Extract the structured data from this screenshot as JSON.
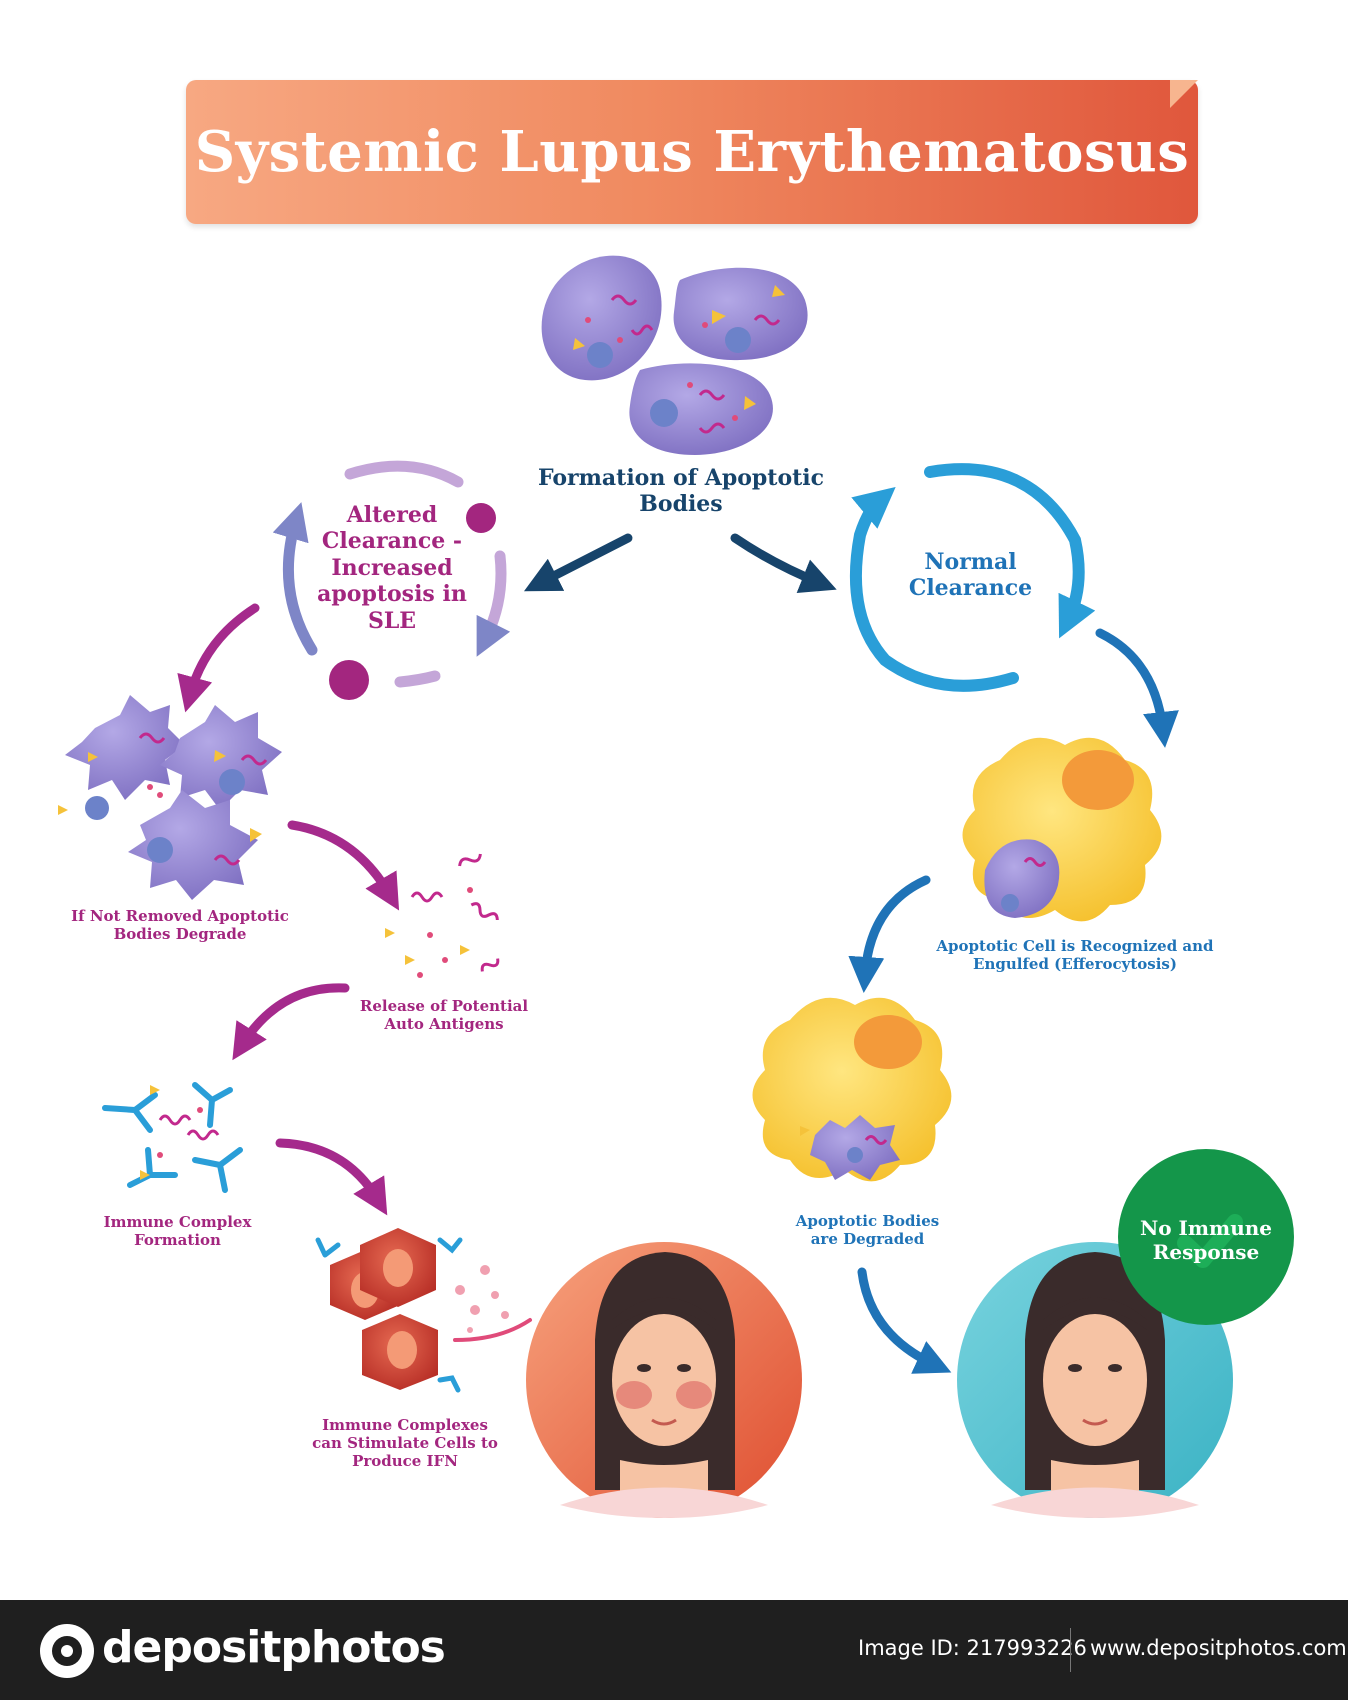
{
  "title": "Systemic Lupus Erythematosus",
  "colors": {
    "title_start": "#f7a882",
    "title_end": "#e0573c",
    "sle_text": "#a3267f",
    "sle_arrow": "#a52a8c",
    "normal_text": "#1f73b7",
    "normal_arrow": "#2a9ed8",
    "dark_text": "#17446b",
    "no_response_bg": "#14964a",
    "apoptotic_cell": "#8b7fc9",
    "macrophage": "#f6c93c"
  },
  "labels": {
    "formation": "Formation of Apoptotic Bodies",
    "altered": "Altered Clearance - Increased apoptosis in SLE",
    "normal": "Normal Clearance",
    "degrade": "If Not Removed Apoptotic Bodies Degrade",
    "release": "Release of Potential Auto Antigens",
    "immune_complex": "Immune Complex Formation",
    "stimulate": "Immune Complexes can Stimulate Cells to Produce IFN",
    "engulfed": "Apoptotic Cell is Recognized and Engulfed (Efferocytosis)",
    "degraded": "Apoptotic Bodies are Degraded",
    "no_response": "No Immune Response"
  },
  "footer": {
    "brand": "depositphotos",
    "image_id": "Image ID: 217993226",
    "url": "www.depositphotos.com"
  },
  "icons": [
    "apoptotic-cell-icon",
    "macrophage-icon",
    "antibody-icon",
    "face-icon",
    "camera-icon"
  ]
}
